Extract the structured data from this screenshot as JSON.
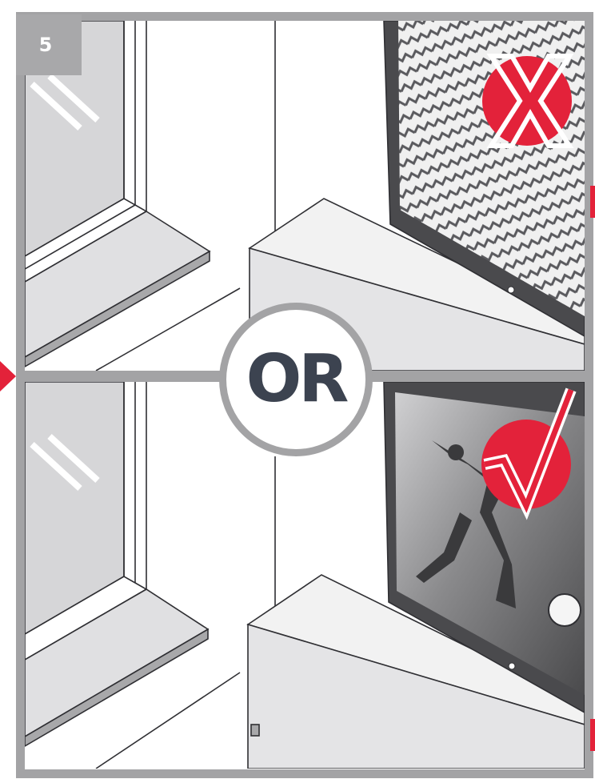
{
  "step": {
    "number": "5"
  },
  "divider": {
    "label": "OR"
  },
  "panels": [
    {
      "name": "incorrect",
      "mark": "cross-icon",
      "tv_screen": "static-noise"
    },
    {
      "name": "correct",
      "mark": "checkmark-icon",
      "tv_screen": "soccer-player-image"
    }
  ],
  "colors": {
    "accent": "#e3223a",
    "frame": "#a3a3a5",
    "or_text": "#3c4350",
    "line": "#2f2f33",
    "glass": "#d6d6d8",
    "tv_bezel": "#4a4a4d"
  }
}
